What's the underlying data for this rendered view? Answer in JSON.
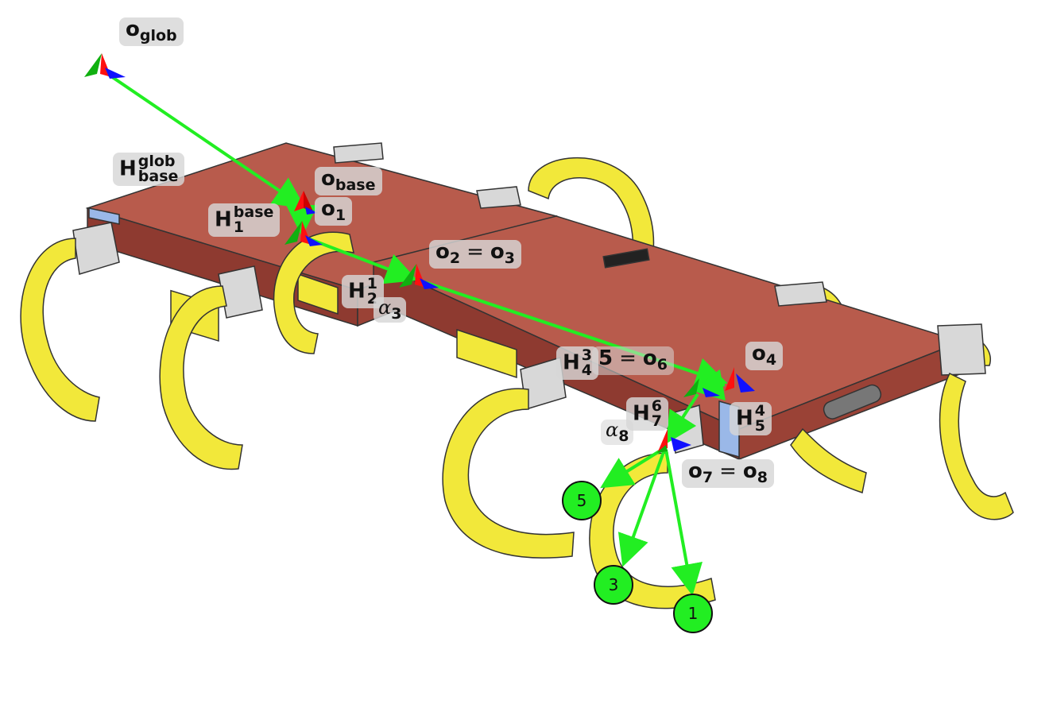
{
  "labels": {
    "o_glob": {
      "base": "o",
      "sub": "glob"
    },
    "h_glob_base": {
      "base": "H",
      "sup": "glob",
      "sub": "base"
    },
    "o_base": {
      "base": "o",
      "sub": "base"
    },
    "h_1_base": {
      "base": "H",
      "sup": "base",
      "sub": "1"
    },
    "o_1": {
      "base": "o",
      "sub": "1"
    },
    "o_2_o_3": {
      "left": "o",
      "left_sub": "2",
      "eq": "=",
      "right": "o",
      "right_sub": "3"
    },
    "h_2_1": {
      "base": "H",
      "sup": "1",
      "sub": "2"
    },
    "alpha_3": {
      "base": "α",
      "sub": "3"
    },
    "h_4_3": {
      "base": "H",
      "sup": "3",
      "sub": "4"
    },
    "o_5_o_6": {
      "left": "5",
      "eq": "=",
      "right": "o",
      "right_sub": "6"
    },
    "o_4": {
      "base": "o",
      "sub": "4"
    },
    "h_7_6": {
      "base": "H",
      "sup": "6",
      "sub": "7"
    },
    "alpha_8": {
      "base": "α",
      "sub": "8"
    },
    "h_5_4": {
      "base": "H",
      "sup": "4",
      "sub": "5"
    },
    "o_7_o_8": {
      "left": "o",
      "left_sub": "7",
      "eq": "=",
      "right": "o",
      "right_sub": "8"
    }
  },
  "nodes": [
    "5",
    "3",
    "1"
  ],
  "colors": {
    "arrow": "#22ee22",
    "node_fill": "#22ee22",
    "body": "#a84a3e",
    "body_top": "#b85b4c",
    "legs": "#f2e83a",
    "axis_red": "#ff1010",
    "axis_green": "#10b010",
    "axis_blue": "#1010ff",
    "box": "#d8d8d8"
  }
}
